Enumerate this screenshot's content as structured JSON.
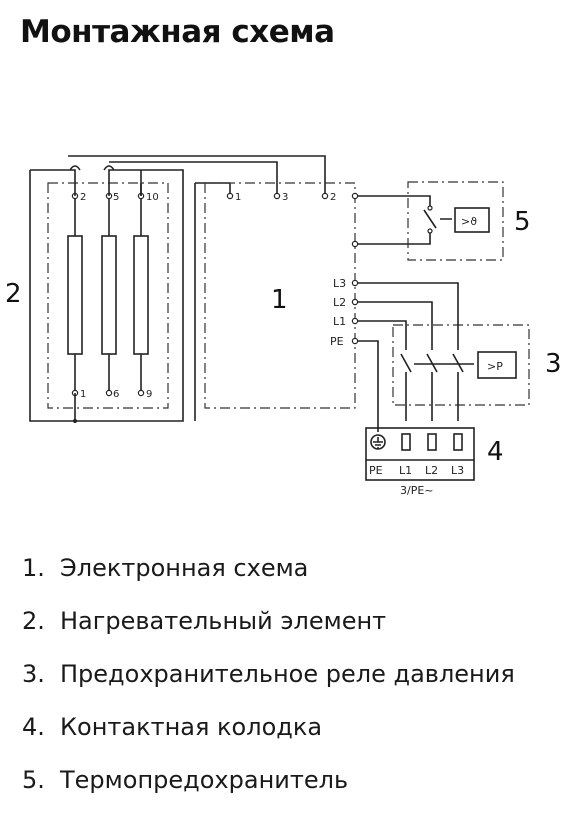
{
  "title": "Монтажная схема",
  "diagram": {
    "callouts": [
      "1",
      "2",
      "3",
      "4",
      "5"
    ],
    "heater_pins_top": [
      "2",
      "5",
      "10"
    ],
    "heater_pins_bottom": [
      "1",
      "6",
      "9"
    ],
    "board_pins_top": [
      "1",
      "3",
      "2"
    ],
    "board_side_labels": [
      "L3",
      "L2",
      "L1",
      "PE"
    ],
    "thermo_symbol": ">ϑ",
    "pressure_symbol": ">P",
    "terminal_labels": [
      "PE",
      "L1",
      "L2",
      "L3"
    ],
    "supply_label": "3/PE~"
  },
  "legend": [
    {
      "num": "1.",
      "text": "Электронная схема"
    },
    {
      "num": "2.",
      "text": "Нагревательный элемент"
    },
    {
      "num": "3.",
      "text": "Предохранительное реле давления"
    },
    {
      "num": "4.",
      "text": "Контактная колодка"
    },
    {
      "num": "5.",
      "text": "Термопредохранитель"
    }
  ]
}
